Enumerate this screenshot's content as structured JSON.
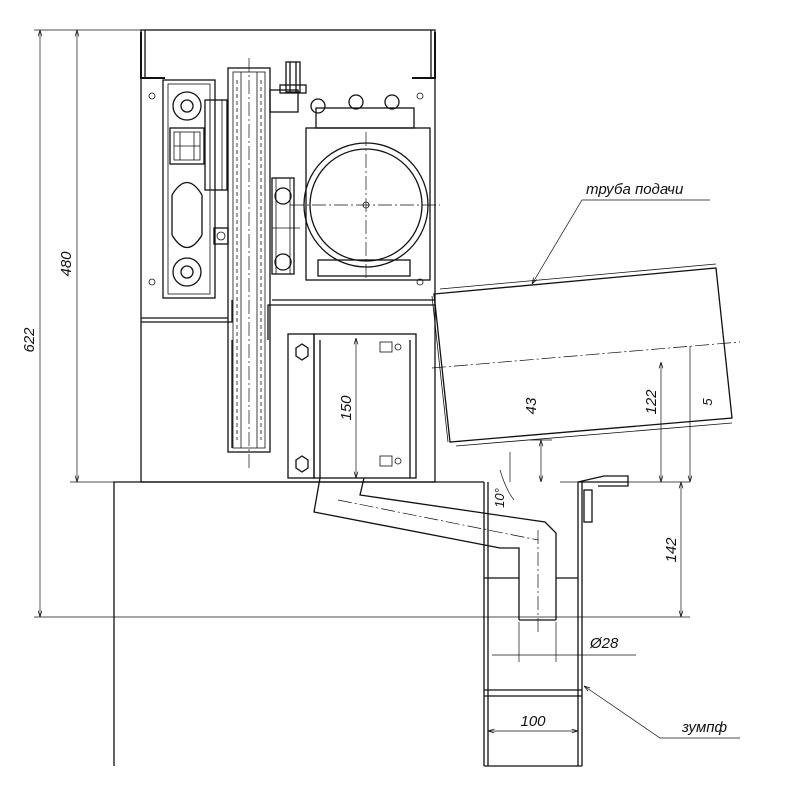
{
  "dimensions": {
    "overall_height": "622",
    "frame_height": "480",
    "chute_height": "150",
    "pipe_offset": "43",
    "pipe_height": "122",
    "pipe_slope": "5",
    "chute_angle": "10°",
    "sump_depth": "142",
    "pipe_diameter": "Ø28",
    "sump_width": "100"
  },
  "callouts": {
    "feed_pipe": "труба подачи",
    "sump": "зумпф"
  }
}
